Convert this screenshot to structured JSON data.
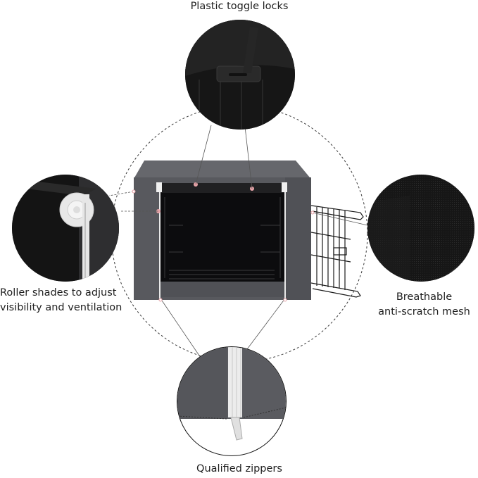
{
  "features": [
    {
      "id": "toggle-locks",
      "label": "Plastic toggle locks"
    },
    {
      "id": "roller-shades",
      "label_line1": "Roller shades to adjust",
      "label_line2": "visibility and ventilation"
    },
    {
      "id": "mesh",
      "label_line1": "Breathable",
      "label_line2": "anti-scratch mesh"
    },
    {
      "id": "zippers",
      "label": "Qualified zippers"
    }
  ],
  "colors": {
    "cover_gray": "#5a5b60",
    "cover_top": "#66676c",
    "interior": "#0c0c0e",
    "zipper": "#e8e8e8",
    "dotted_circle": "#3a3a3a",
    "marker": "#e7a3a8"
  }
}
